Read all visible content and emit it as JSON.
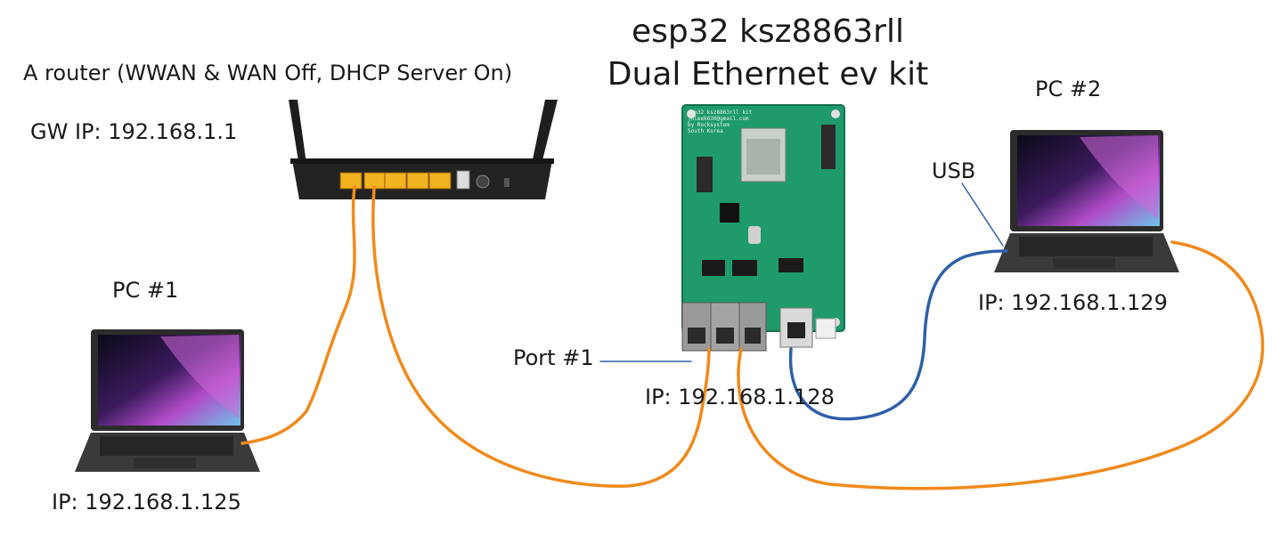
{
  "title": {
    "line1": "esp32 ksz8863rll",
    "line2": "Dual Ethernet ev kit"
  },
  "router": {
    "label": "A router (WWAN & WAN Off, DHCP Server On)",
    "gw_ip": "GW IP: 192.168.1.1"
  },
  "pc1": {
    "label": "PC #1",
    "ip": "IP: 192.168.1.125"
  },
  "pc2": {
    "label": "PC #2",
    "ip": "IP: 192.168.1.129"
  },
  "board": {
    "port_label": "Port #1",
    "ip": "IP: 192.168.1.128",
    "silkscreen": [
      "esp32 ksz8863rll kit",
      "jnleek630@gmail.com",
      "by Rocksystem",
      "South Korea"
    ]
  },
  "usb_label": "USB",
  "colors": {
    "ethernet_cable": "#f08a1c",
    "usb_cable": "#2f5fa8",
    "pcb": "#1f9a6a",
    "router_body": "#222222",
    "router_port": "#f2b320",
    "laptop_body": "#3a3a3a"
  }
}
